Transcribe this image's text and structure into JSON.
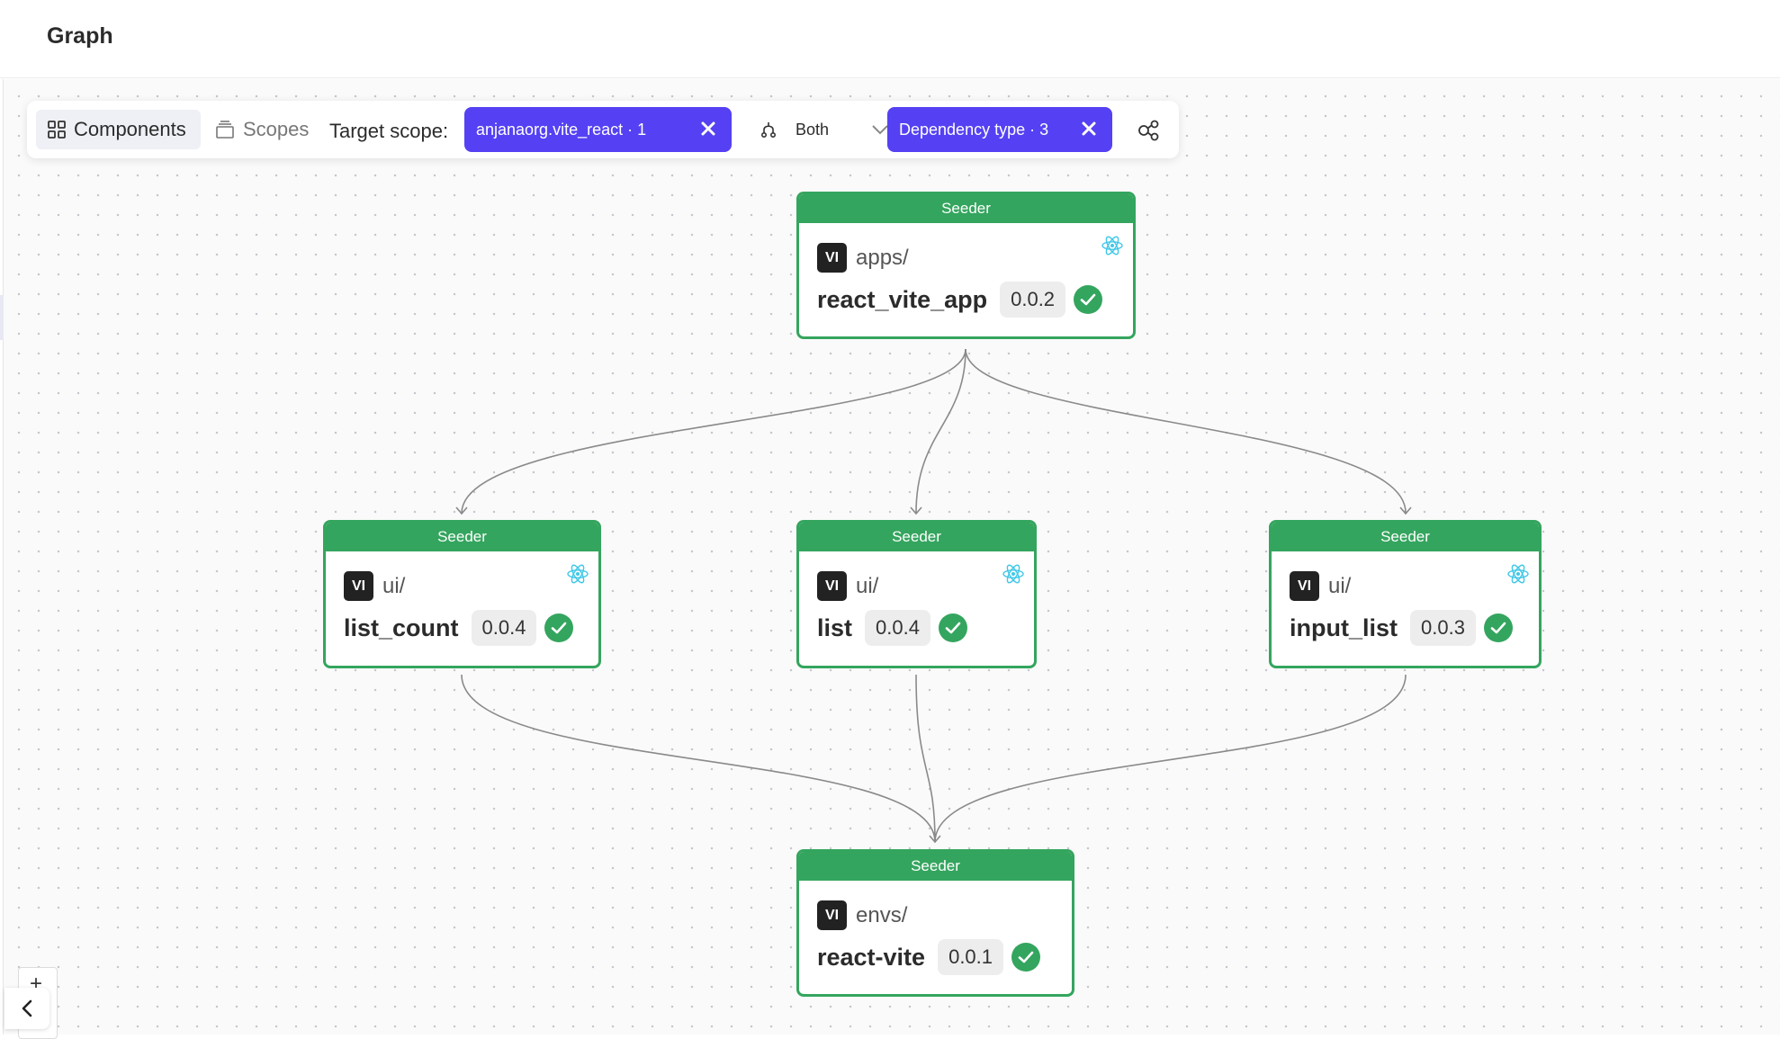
{
  "header": {
    "title": "Graph"
  },
  "toolbar": {
    "components_label": "Components",
    "scopes_label": "Scopes",
    "target_scope_label": "Target scope:",
    "scope_filter_chip": "anjanaorg.vite_react · 1",
    "direction_value": "Both",
    "dependency_type_chip": "Dependency type · 3"
  },
  "colors": {
    "accent": "#5541f3",
    "node_green": "#34a55e",
    "edge": "#8a8a8a"
  },
  "nodes": [
    {
      "id": "react_vite_app",
      "header": "Seeder",
      "scope": "apps/",
      "name": "react_vite_app",
      "version": "0.0.2",
      "badge": "VI",
      "react_icon": true
    },
    {
      "id": "list_count",
      "header": "Seeder",
      "scope": "ui/",
      "name": "list_count",
      "version": "0.0.4",
      "badge": "VI",
      "react_icon": true
    },
    {
      "id": "list",
      "header": "Seeder",
      "scope": "ui/",
      "name": "list",
      "version": "0.0.4",
      "badge": "VI",
      "react_icon": true
    },
    {
      "id": "input_list",
      "header": "Seeder",
      "scope": "ui/",
      "name": "input_list",
      "version": "0.0.3",
      "badge": "VI",
      "react_icon": true
    },
    {
      "id": "react-vite",
      "header": "Seeder",
      "scope": "envs/",
      "name": "react-vite",
      "version": "0.0.1",
      "badge": "VI",
      "react_icon": false
    }
  ],
  "edges": [
    [
      "react_vite_app",
      "list_count"
    ],
    [
      "react_vite_app",
      "list"
    ],
    [
      "react_vite_app",
      "input_list"
    ],
    [
      "list_count",
      "react-vite"
    ],
    [
      "list",
      "react-vite"
    ],
    [
      "input_list",
      "react-vite"
    ]
  ],
  "icons": {
    "components": "grid-icon",
    "scopes": "layers-icon",
    "close": "close-icon",
    "direction": "fork-icon",
    "dropdown": "chevron-down-icon",
    "settings": "graph-settings-icon",
    "react": "react-icon",
    "verified": "check-circle-icon",
    "back": "chevron-left-icon"
  }
}
